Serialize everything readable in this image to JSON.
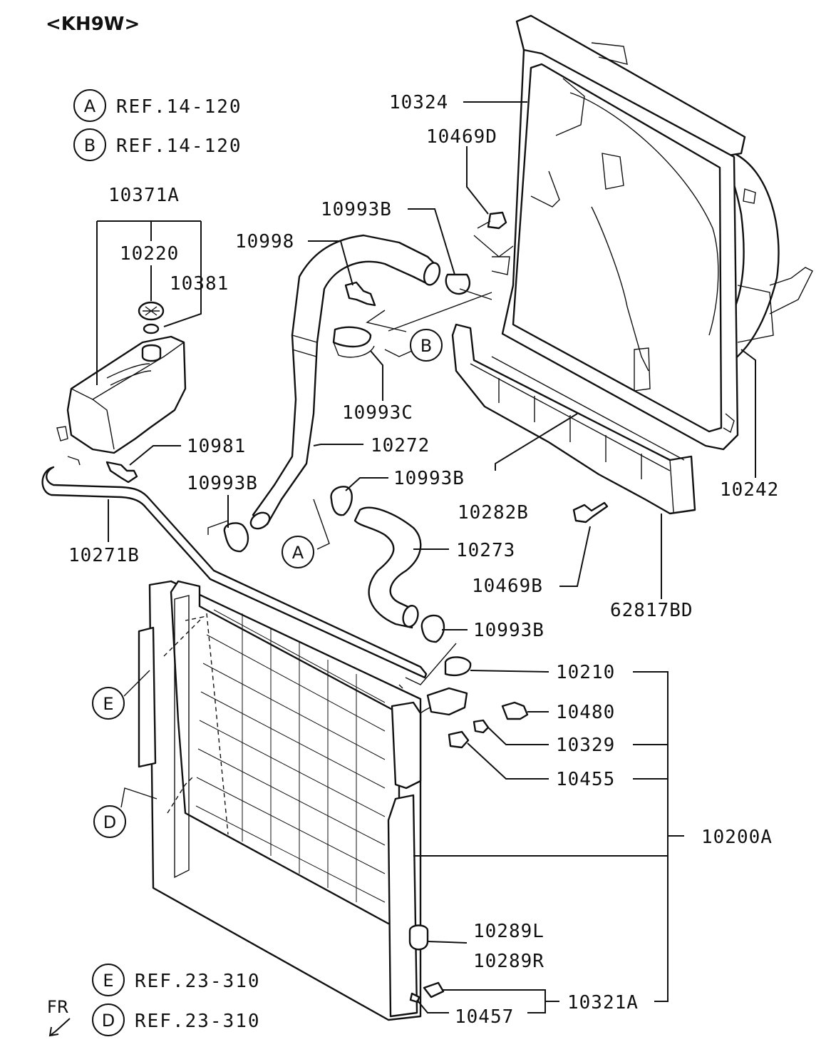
{
  "title": "<KH9W>",
  "refs": [
    {
      "letter": "A",
      "text": "REF.14-120"
    },
    {
      "letter": "B",
      "text": "REF.14-120"
    },
    {
      "letter": "E",
      "text": "REF.23-310"
    },
    {
      "letter": "D",
      "text": "REF.23-310"
    }
  ],
  "callouts": {
    "A": "A",
    "B": "B",
    "D": "D",
    "E": "E"
  },
  "labels": [
    "10324",
    "10469D",
    "10371A",
    "10220",
    "10381",
    "10993B",
    "10998",
    "10993C",
    "10981",
    "10272",
    "10993B",
    "10993B",
    "10282B",
    "10242",
    "10271B",
    "10273",
    "10469B",
    "62817BD",
    "10993B",
    "10210",
    "10480",
    "10329",
    "10455",
    "10200A",
    "10289L",
    "10289R",
    "10457",
    "10321A"
  ],
  "direction": "FR"
}
